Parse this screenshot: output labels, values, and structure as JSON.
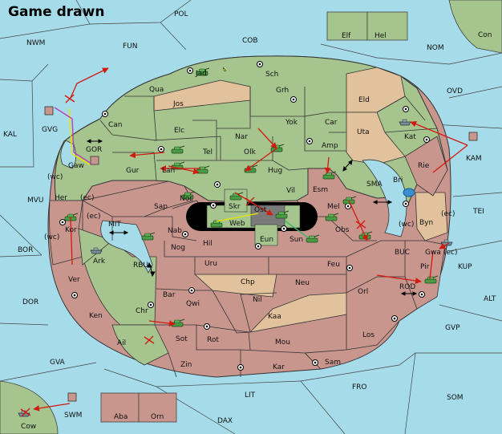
{
  "status": {
    "title": "Game drawn"
  },
  "colors": {
    "sea": "#a6dcea",
    "neutral_land": "#a6dcea",
    "green_power": "#a6c58e",
    "red_power": "#c9968e",
    "tan_power": "#e2c29c",
    "center_track": "#7a7a7a",
    "order_arrow": "#d11a10",
    "support_line": "#e8e800",
    "convoy_line": "#b642b6",
    "unit_army": "#4b9b45"
  },
  "regions": {
    "POL": "POL",
    "NWM": "NWM",
    "FUN": "FUN",
    "COB": "COB",
    "NOM": "NOM",
    "Con": "Con",
    "Elf": "Elf",
    "Hel": "Hel",
    "OVD": "OVD",
    "KAL": "KAL",
    "GVG": "GVG",
    "KAM": "KAM",
    "TEI": "TEI",
    "MVU": "MVU",
    "BOR": "BOR",
    "DOR": "DOR",
    "GVA": "GVA",
    "ALT": "ALT",
    "KUP": "KUP",
    "GVP": "GVP",
    "LIT": "LIT",
    "FRO": "FRO",
    "SOM": "SOM",
    "DAX": "DAX",
    "SWM": "SWM",
    "Cow": "Cow",
    "Aba": "Aba",
    "Orn": "Orn",
    "Jad": "Jad",
    "Sch": "Sch",
    "Qua": "Qua",
    "Jos": "Jos",
    "Grh": "Grh",
    "Eld": "Eld",
    "Can": "Can",
    "Yok": "Yok",
    "Car": "Car",
    "Uta": "Uta",
    "Elc": "Elc",
    "Nar": "Nar",
    "Kat": "Kat",
    "Tel": "Tel",
    "Olk": "Olk",
    "Amp": "Amp",
    "Gur": "Gur",
    "Lan": "Lan",
    "Hug": "Hug",
    "Rie": "Rie",
    "GOR": "GOR",
    "Gaw": "Gaw",
    "Esm": "Esm",
    "Bri": "Bri",
    "Vil": "Vil",
    "SMA": "SMA",
    "Nor": "Nor",
    "Her": "Her",
    "Sap": "Sap",
    "Skr": "Skr",
    "Ost": "Ost",
    "Mel": "Mel",
    "Kor": "Kor",
    "Web": "Web",
    "Byn": "Byn",
    "MIT": "MIT",
    "Nab": "Nab",
    "Obs": "Obs",
    "Sun": "Sun",
    "Eun": "Eun",
    "Hil": "Hil",
    "Ark": "Ark",
    "Nog": "Nog",
    "BUC": "BUC",
    "Gwa": "Gwa",
    "RBU": "RBU",
    "Uru": "Uru",
    "Feu": "Feu",
    "Pir": "Pir",
    "Ver": "Ver",
    "Chp": "Chp",
    "Neu": "Neu",
    "Bar": "Bar",
    "Orl": "Orl",
    "ROD": "ROD",
    "Qwi": "Qwi",
    "Nil": "Nil",
    "Ken": "Ken",
    "Chr": "Chr",
    "Kaa": "Kaa",
    "Ail": "Ail",
    "Sot": "Sot",
    "Rot": "Rot",
    "Los": "Los",
    "Mou": "Mou",
    "Sam": "Sam",
    "Zin": "Zin",
    "Kar": "Kar"
  },
  "coast_tags": {
    "wc": "(wc)",
    "ec": "(ec)"
  }
}
